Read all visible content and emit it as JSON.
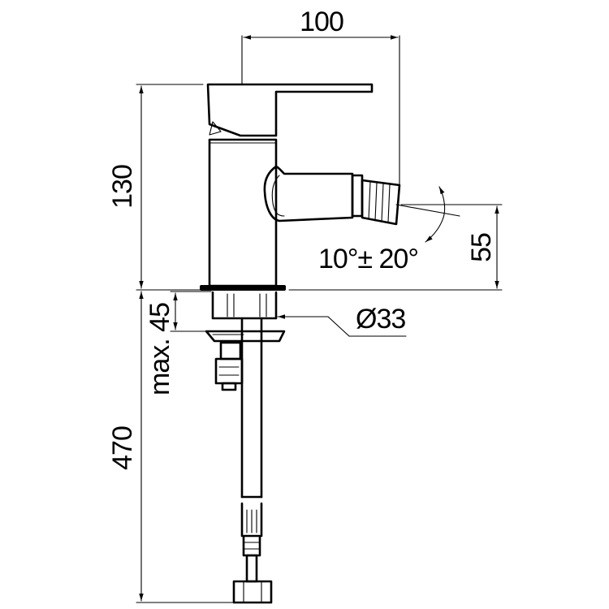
{
  "dimensions": {
    "width_total": "100",
    "height_body": "130",
    "spout_height": "55",
    "angle": "10°± 20°",
    "base_diameter": "Ø33",
    "max_thickness": "max. 45",
    "hose_length": "470"
  }
}
